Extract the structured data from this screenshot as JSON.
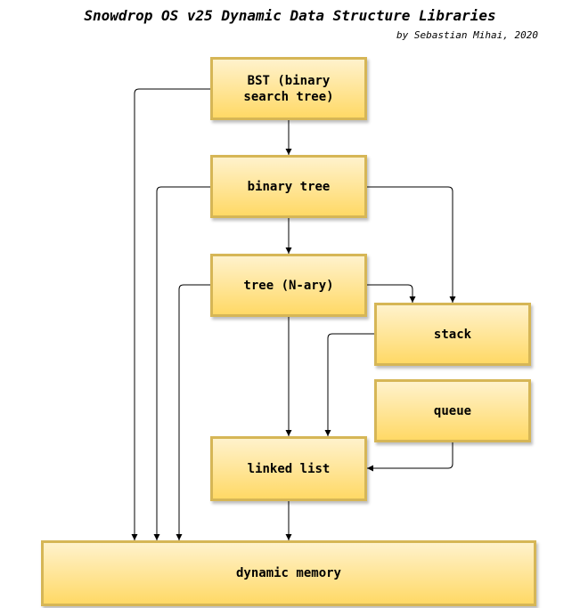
{
  "header": {
    "title": "Snowdrop OS v25 Dynamic Data Structure Libraries",
    "subtitle": "by Sebastian Mihai, 2020"
  },
  "nodes": {
    "bst": {
      "label": "BST (binary\nsearch tree)"
    },
    "binary_tree": {
      "label": "binary tree"
    },
    "tree": {
      "label": "tree (N-ary)"
    },
    "stack": {
      "label": "stack"
    },
    "queue": {
      "label": "queue"
    },
    "linked_list": {
      "label": "linked list"
    },
    "dynamic_memory": {
      "label": "dynamic memory"
    }
  },
  "edges": [
    {
      "from": "bst",
      "to": "binary_tree"
    },
    {
      "from": "bst",
      "to": "dynamic_memory"
    },
    {
      "from": "binary_tree",
      "to": "tree"
    },
    {
      "from": "binary_tree",
      "to": "stack"
    },
    {
      "from": "binary_tree",
      "to": "dynamic_memory"
    },
    {
      "from": "tree",
      "to": "stack"
    },
    {
      "from": "tree",
      "to": "linked_list"
    },
    {
      "from": "tree",
      "to": "dynamic_memory"
    },
    {
      "from": "stack",
      "to": "linked_list"
    },
    {
      "from": "queue",
      "to": "linked_list"
    },
    {
      "from": "linked_list",
      "to": "dynamic_memory"
    }
  ],
  "colors": {
    "box_border": "#d6b656",
    "box_fill_top": "#fff2cc",
    "box_fill_bottom": "#ffd966",
    "edge": "#000000"
  }
}
